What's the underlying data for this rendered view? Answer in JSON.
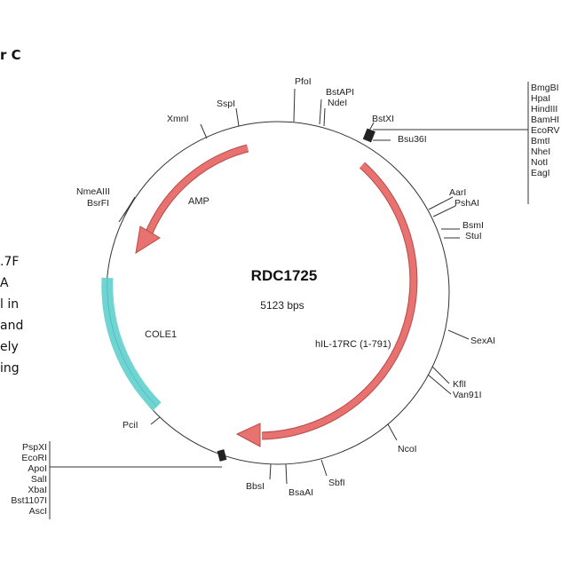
{
  "side_text": {
    "heading": "r C",
    "lines": [
      ".7F",
      "A",
      "l in",
      " and",
      "ely",
      "ing"
    ]
  },
  "plasmid": {
    "name": "RDC1725",
    "size": "5123 bps",
    "features": {
      "amp": "AMP",
      "hil17rc": "hIL-17RC (1-791)",
      "cole1": "COLE1"
    },
    "colors": {
      "arrow": "#e8726f",
      "arrow_stroke": "#b84a48",
      "ori": "#6fd4d2"
    },
    "sites": {
      "pfoi": "PfoI",
      "bstapi": "BstAPI",
      "ndei": "NdeI",
      "bstxi": "BstXI",
      "bsu36i": "Bsu36I",
      "aari": "AarI",
      "pshai": "PshAI",
      "bsmi": "BsmI",
      "stui": "StuI",
      "sexai": "SexAI",
      "kfli": "KflI",
      "van91i": "Van91I",
      "ncoi": "NcoI",
      "sbfi": "SbfI",
      "bsaai": "BsaAI",
      "bbsi": "BbsI",
      "pcii": "PciI",
      "nmeaiii": "NmeAIII",
      "bsrfi": "BsrFI",
      "xmni": "XmnI",
      "sspi": "SspI"
    },
    "mcs_right": [
      "BmgBI",
      "HpaI",
      "HindIII",
      "BamHI",
      "EcoRV",
      "BmtI",
      "NheI",
      "NotI",
      "EagI"
    ],
    "mcs_left": [
      "PspXI",
      "EcoRI",
      "ApoI",
      "SalI",
      "XbaI",
      "Bst1107I",
      "AscI"
    ]
  }
}
